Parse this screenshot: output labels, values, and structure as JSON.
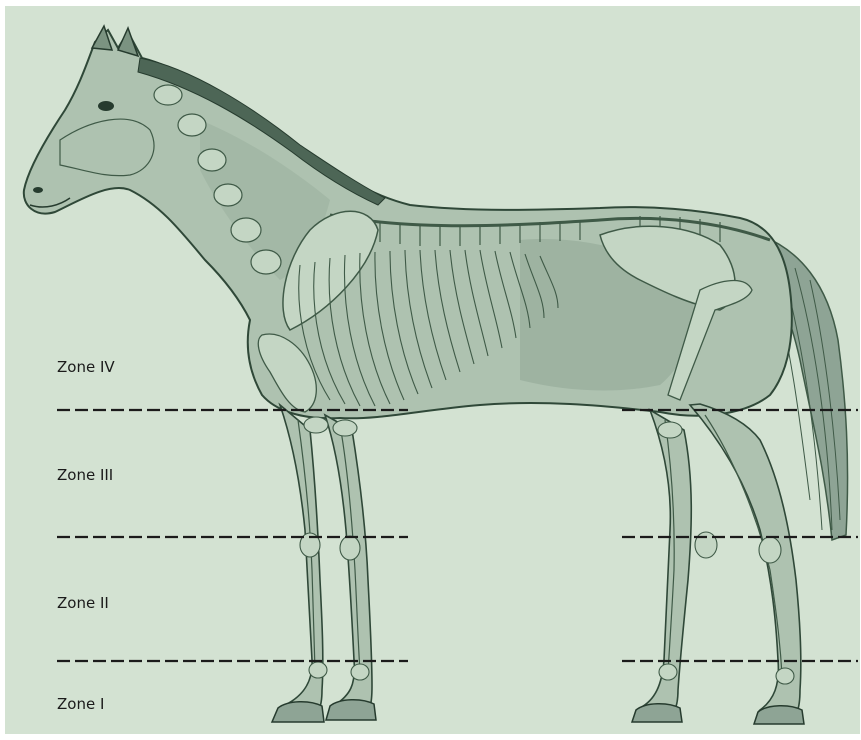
{
  "colors": {
    "background": "#d3e2d2",
    "ink": "#3f5a47",
    "ink_dark": "#263b2e",
    "body_shade": "#9fb4a2",
    "bone_fill": "#c4d6c4",
    "label_text": "#1b1b1b",
    "divider": "#1b1b1b"
  },
  "zones": [
    {
      "label": "Zone IV"
    },
    {
      "label": "Zone III"
    },
    {
      "label": "Zone II"
    },
    {
      "label": "Zone I"
    }
  ]
}
